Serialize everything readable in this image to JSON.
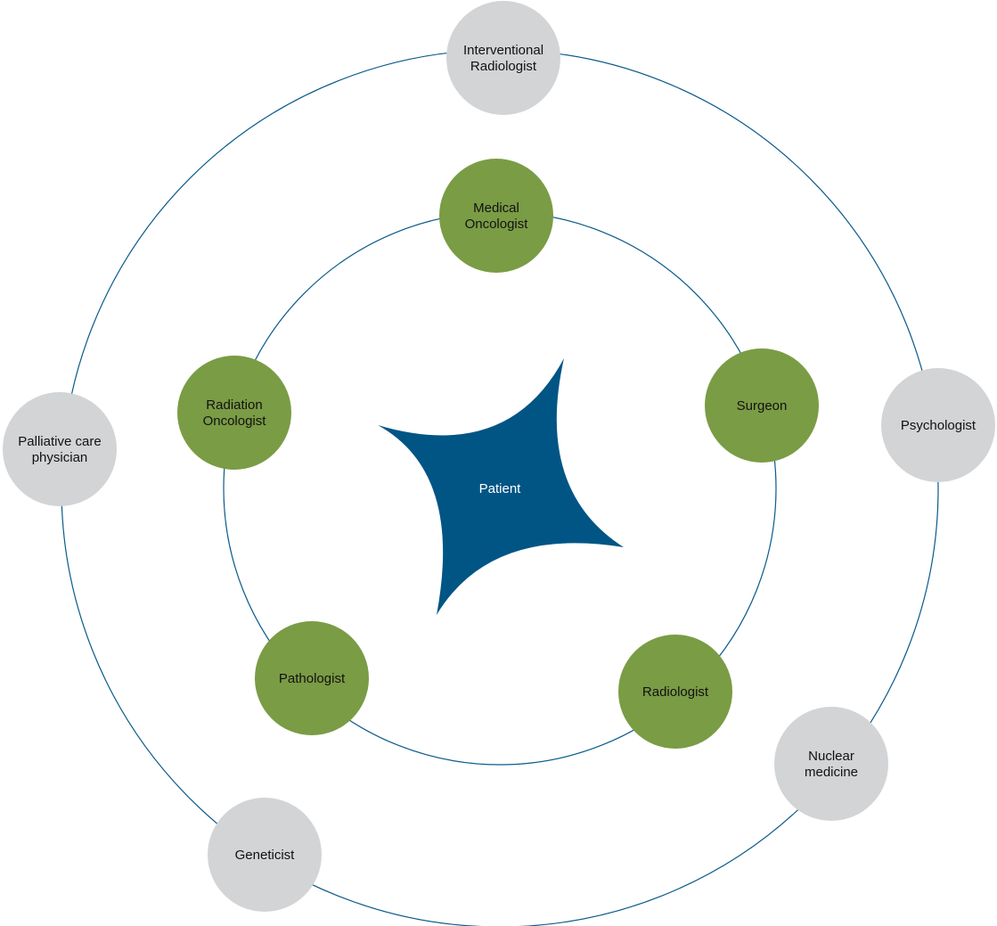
{
  "colors": {
    "ring_stroke": "#0b5a8a",
    "core_node_fill": "#7a9c45",
    "extended_node_fill": "#d3d4d6",
    "patient_fill": "#005585",
    "patient_text": "#ffffff",
    "node_text": "#111111"
  },
  "center": {
    "label": "Patient"
  },
  "core_team": [
    {
      "id": "medical-oncologist",
      "lines": [
        "Medical",
        "Oncologist"
      ]
    },
    {
      "id": "surgeon",
      "lines": [
        "Surgeon"
      ]
    },
    {
      "id": "radiologist",
      "lines": [
        "Radiologist"
      ]
    },
    {
      "id": "pathologist",
      "lines": [
        "Pathologist"
      ]
    },
    {
      "id": "radiation-oncologist",
      "lines": [
        "Radiation",
        "Oncologist"
      ]
    }
  ],
  "extended_team": [
    {
      "id": "interventional-radiologist",
      "lines": [
        "Interventional",
        "Radiologist"
      ]
    },
    {
      "id": "psychologist",
      "lines": [
        "Psychologist"
      ]
    },
    {
      "id": "nuclear-medicine",
      "lines": [
        "Nuclear",
        "medicine"
      ]
    },
    {
      "id": "geneticist",
      "lines": [
        "Geneticist"
      ]
    },
    {
      "id": "palliative-care-physician",
      "lines": [
        "Palliative care",
        "physician"
      ]
    }
  ]
}
